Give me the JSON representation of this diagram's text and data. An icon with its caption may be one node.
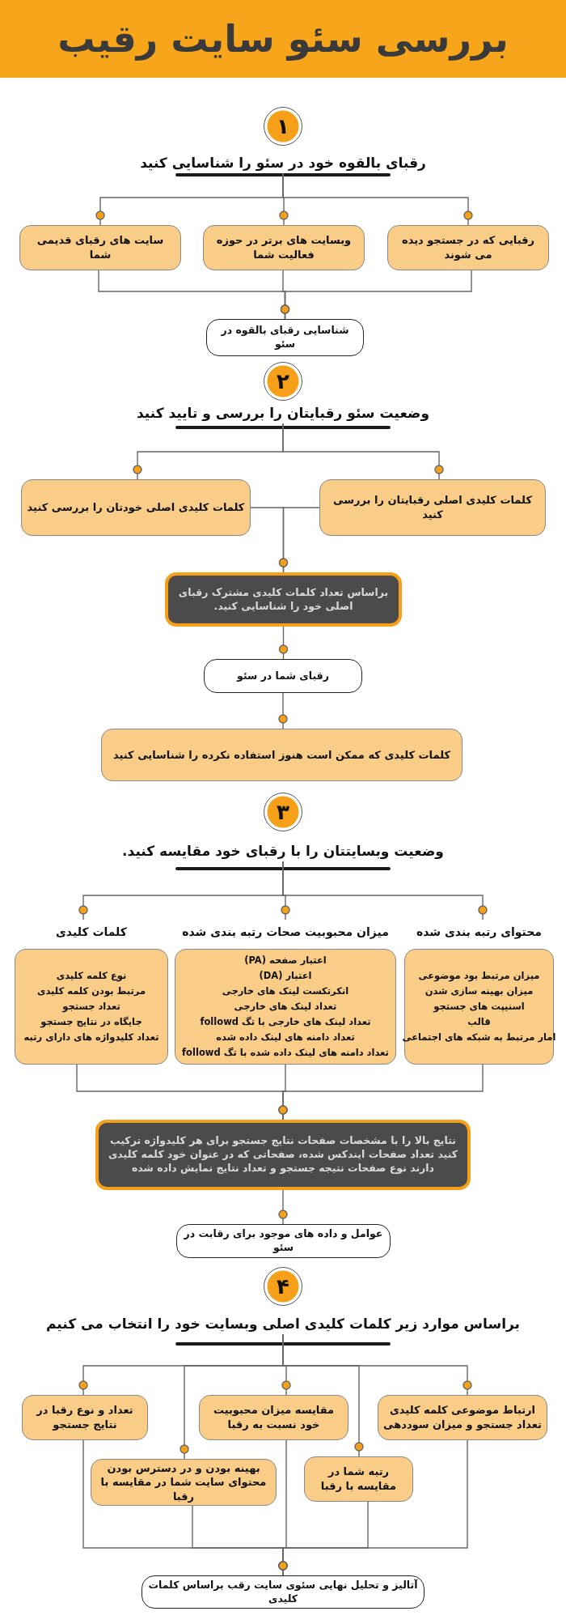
{
  "diagram": {
    "title": "بررسی سئو سایت رقیب",
    "nodes": [
      {
        "text": [
          "۱"
        ]
      },
      {
        "text": [
          "رقبای بالقوه خود در سئو را شناسایی کنید"
        ]
      },
      {
        "text": [
          "رقبایی که در جستجو دیده می شوند"
        ]
      },
      {
        "text": [
          "وبسایت های برتر در حوزه فعالیت شما"
        ]
      },
      {
        "text": [
          "سایت های رقبای قدیمی شما"
        ]
      },
      {
        "text": [
          "شناسایی رقبای بالقوه در سئو"
        ]
      },
      {
        "text": [
          "۲"
        ]
      },
      {
        "text": [
          "وضعیت سئو رقبایتان را بررسی و تایید کنید"
        ]
      },
      {
        "text": [
          "کلمات کلیدی اصلی رقبایتان را بررسی کنید"
        ]
      },
      {
        "text": [
          "کلمات کلیدی اصلی خودتان را بررسی کنید"
        ]
      },
      {
        "text": [
          "براساس تعداد کلمات کلیدی مشترک رقبای اصلی خود را شناسایی کنید."
        ]
      },
      {
        "text": [
          "رقبای شما در سئو"
        ]
      },
      {
        "text": [
          "کلمات کلیدی که ممکن است هنوز استفاده نکرده را شناسایی کنید"
        ]
      },
      {
        "text": [
          "۳"
        ]
      },
      {
        "text": [
          "وضعیت وبسایتتان را با رقبای خود مقایسه کنید."
        ]
      },
      {
        "text": [
          "محتوای رتبه بندی شده",
          "میزان مرتبط بود موضوعی",
          "میزان بهینه سازی شدن",
          "اسنیپت های جستجو",
          "قالب",
          "امار مرتبط به شبکه های اجتماعی"
        ]
      },
      {
        "text": [
          "میزان محبوبیت صحات رتبه بندی شده",
          "اعتبار صفحه (PA)",
          "اعتبار (DA)",
          "انکرتکست لینک های خارجی",
          "تعداد لینک های خارجی",
          "تعداد لینک های خارجی با تگ followd",
          "تعداد دامنه های لینک داده شده",
          "تعداد دامنه های لینک داده شده با تگ followd"
        ]
      },
      {
        "text": [
          "کلمات کلیدی",
          "نوع کلمه کلیدی",
          "مرتبط بودن کلمه کلیدی",
          "تعداد جستجو",
          "جایگاه در نتایج جستجو",
          "تعداد کلیدواژه های دارای رتبه"
        ]
      },
      {
        "text": [
          "نتایج بالا را با مشخصات صفحات نتایج جستجو برای هر کلیدواژه ترکیب کنید تعداد صفحات ایندکس شده، صفحاتی که در عنوان خود کلمه کلیدی دارند نوع صفحات نتیجه جستجو و تعداد نتایج نمایش داده شده"
        ]
      },
      {
        "text": [
          "عوامل و داده های موجود برای رقابت در سئو"
        ]
      },
      {
        "text": [
          "۴"
        ]
      },
      {
        "text": [
          "براساس موارد زیر کلمات کلیدی اصلی وبسایت خود را انتخاب می کنیم"
        ]
      },
      {
        "text": [
          "ارتباط موضوعی کلمه کلیدی تعداد جستجو و میزان سوددهی"
        ]
      },
      {
        "text": [
          "رتبه شما در مقایسه با رقبا"
        ]
      },
      {
        "text": [
          "مقایسه میزان محبوبیت خود نسبت به رقبا"
        ]
      },
      {
        "text": [
          "بهینه بودن و در دسترس بودن محتوای سایت شما در مقایسه با رقبا"
        ]
      },
      {
        "text": [
          "تعداد و نوع رقبا در نتایج جستجو"
        ]
      },
      {
        "text": [
          "آتالیز و تحلیل نهایی سئوی سایت رقب براساس کلمات کلیدی"
        ]
      }
    ],
    "edges": [
      {
        "from": 1,
        "to": 2,
        "arrow": "other"
      },
      {
        "from": 1,
        "to": 3,
        "arrow": "other"
      },
      {
        "from": 1,
        "to": 4,
        "arrow": "other"
      },
      {
        "from": 2,
        "to": 5,
        "arrow": "other"
      },
      {
        "from": 3,
        "to": 5,
        "arrow": "other"
      },
      {
        "from": 4,
        "to": 5,
        "arrow": "other"
      },
      {
        "from": 7,
        "to": 8,
        "arrow": "other"
      },
      {
        "from": 7,
        "to": 9,
        "arrow": "other"
      },
      {
        "from": 8,
        "to": 10,
        "arrow": "other"
      },
      {
        "from": 9,
        "to": 10,
        "arrow": "other"
      },
      {
        "from": 10,
        "to": 11,
        "arrow": "other"
      },
      {
        "from": 11,
        "to": 12,
        "arrow": "other"
      },
      {
        "from": 14,
        "to": 15,
        "arrow": "other"
      },
      {
        "from": 14,
        "to": 16,
        "arrow": "other"
      },
      {
        "from": 14,
        "to": 17,
        "arrow": "other"
      },
      {
        "from": 15,
        "to": 18,
        "arrow": "other"
      },
      {
        "from": 16,
        "to": 18,
        "arrow": "other"
      },
      {
        "from": 17,
        "to": 18,
        "arrow": "other"
      },
      {
        "from": 18,
        "to": 19,
        "arrow": "other"
      },
      {
        "from": 21,
        "to": 22,
        "arrow": "other"
      },
      {
        "from": 21,
        "to": 23,
        "arrow": "other"
      },
      {
        "from": 21,
        "to": 24,
        "arrow": "other"
      },
      {
        "from": 21,
        "to": 25,
        "arrow": "other"
      },
      {
        "from": 21,
        "to": 26,
        "arrow": "other"
      },
      {
        "from": 22,
        "to": 27,
        "arrow": "other"
      },
      {
        "from": 23,
        "to": 27,
        "arrow": "other"
      },
      {
        "from": 24,
        "to": 27,
        "arrow": "other"
      },
      {
        "from": 25,
        "to": 27,
        "arrow": "other"
      },
      {
        "from": 26,
        "to": 27,
        "arrow": "other"
      }
    ]
  }
}
